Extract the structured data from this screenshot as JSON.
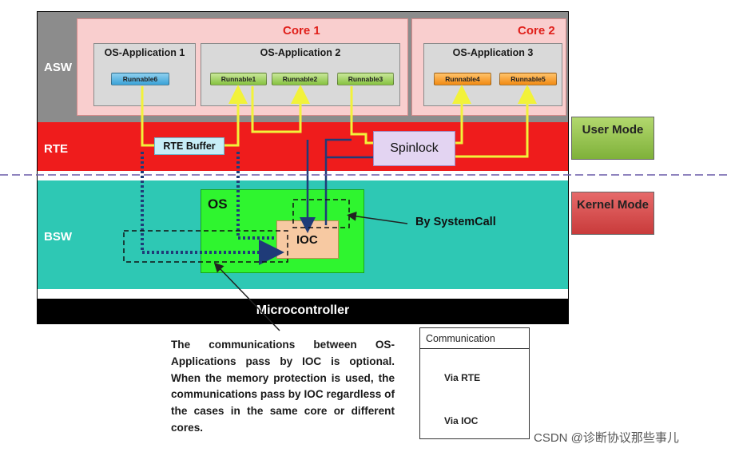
{
  "layers": {
    "asw": "ASW",
    "rte": "RTE",
    "bsw": "BSW",
    "microcontroller": "Microcontroller"
  },
  "cores": {
    "core1": "Core 1",
    "core2": "Core 2"
  },
  "applications": [
    {
      "title": "OS-Application 1",
      "runnables": [
        "Runnable6"
      ]
    },
    {
      "title": "OS-Application 2",
      "runnables": [
        "Runnable1",
        "Runnable2",
        "Runnable3"
      ]
    },
    {
      "title": "OS-Application 3",
      "runnables": [
        "Runnable4",
        "Runnable5"
      ]
    }
  ],
  "components": {
    "rte_buffer": "RTE Buffer",
    "spinlock": "Spinlock",
    "os": "OS",
    "ioc": "IOC",
    "by_systemcall": "By SystemCall"
  },
  "modes": {
    "user": "User Mode",
    "kernel": "Kernel Mode"
  },
  "note": "The communications between OS-Applications pass by IOC is optional. When the memory protection is used, the communications pass by IOC regardless of the cases in the same core or different cores.",
  "legend": {
    "title": "Communication",
    "via_rte": "Via RTE",
    "via_ioc": "Via IOC"
  },
  "watermark": "CSDN @诊断协议那些事儿",
  "colors": {
    "rte_path": "#f2f23a",
    "ioc_path": "#1f3b78",
    "core_title": "#e0201b"
  }
}
